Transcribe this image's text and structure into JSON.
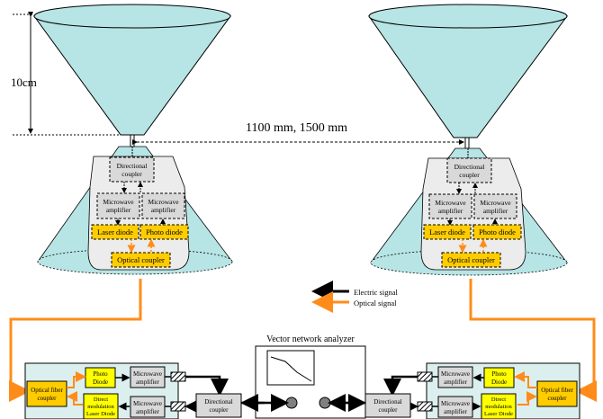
{
  "dimension_label": "10cm",
  "distance_label": "1100 mm, 1500 mm",
  "legend": {
    "electric": "Electric signal",
    "optical": "Optical signal"
  },
  "left_unit": {
    "directional_coupler": [
      "Directional",
      "coupler"
    ],
    "microwave_amp_1": [
      "Microwave",
      "amplifier"
    ],
    "microwave_amp_2": [
      "Microwave",
      "amplifier"
    ],
    "laser_diode": "Laser diode",
    "photo_diode": "Photo diode",
    "optical_coupler": "Optical coupler"
  },
  "right_unit": {
    "directional_coupler": [
      "Directional",
      "coupler"
    ],
    "microwave_amp_1": [
      "Microwave",
      "amplifier"
    ],
    "microwave_amp_2": [
      "Microwave",
      "amplifier"
    ],
    "laser_diode": "Laser diode",
    "photo_diode": "Photo diode",
    "optical_coupler": "Optical coupler"
  },
  "vna_label": "Vector network analyzer",
  "left_bottom": {
    "fiber_coupler": [
      "Optical fiber",
      "coupler"
    ],
    "photo_diode": [
      "Photo",
      "Diode"
    ],
    "direct_mod": [
      "Direct",
      "modulation",
      "Laser Diode"
    ],
    "mw_amp_top": [
      "Microwave",
      "amplifier"
    ],
    "mw_amp_bottom": [
      "Microwave",
      "amplifier"
    ],
    "directional_coupler": [
      "Directional",
      "coupler"
    ]
  },
  "right_bottom": {
    "fiber_coupler": [
      "Optical fiber",
      "coupler"
    ],
    "photo_diode": [
      "Photo",
      "Diode"
    ],
    "direct_mod": [
      "Direct",
      "modulation",
      "Laser Diode"
    ],
    "mw_amp_top": [
      "Microwave",
      "amplifier"
    ],
    "mw_amp_bottom": [
      "Microwave",
      "amplifier"
    ],
    "directional_coupler": [
      "Directional",
      "coupler"
    ]
  },
  "colors": {
    "horn_fill": "#b7e4e4",
    "yellow_box": "#ffcc00",
    "gray_box": "#d9d9d9",
    "optical": "#ff8c1a",
    "panel_fill": "#dcefef"
  }
}
